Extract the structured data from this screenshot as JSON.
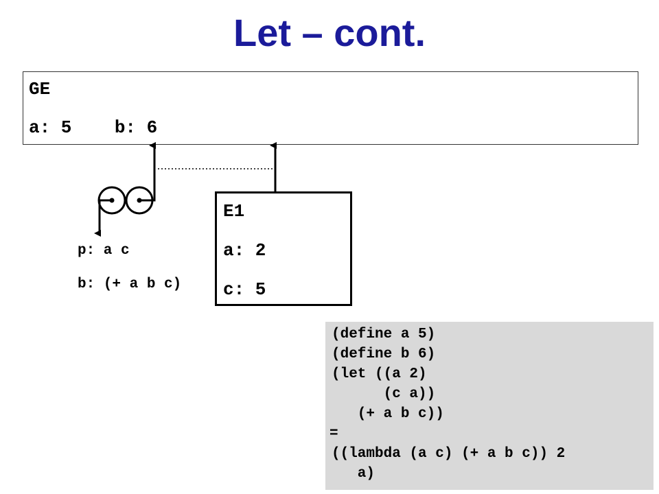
{
  "title": "Let – cont.",
  "global_env": {
    "name": "GE",
    "bindings": "a: 5    b: 6"
  },
  "frame_e1": {
    "name": "E1",
    "lines": [
      "a: 2",
      "c: 5"
    ]
  },
  "procedure": {
    "params": "p: a c",
    "body": "b: (+ a b c)"
  },
  "code": [
    "(define a 5)",
    "(define b 6)",
    "(let ((a 2)",
    "      (c a))",
    "   (+ a b c))",
    "=",
    "((lambda (a c) (+ a b c)) 2",
    "   a)"
  ],
  "colors": {
    "title": "#1b1b9a",
    "code_background": "#d9d9d9"
  }
}
